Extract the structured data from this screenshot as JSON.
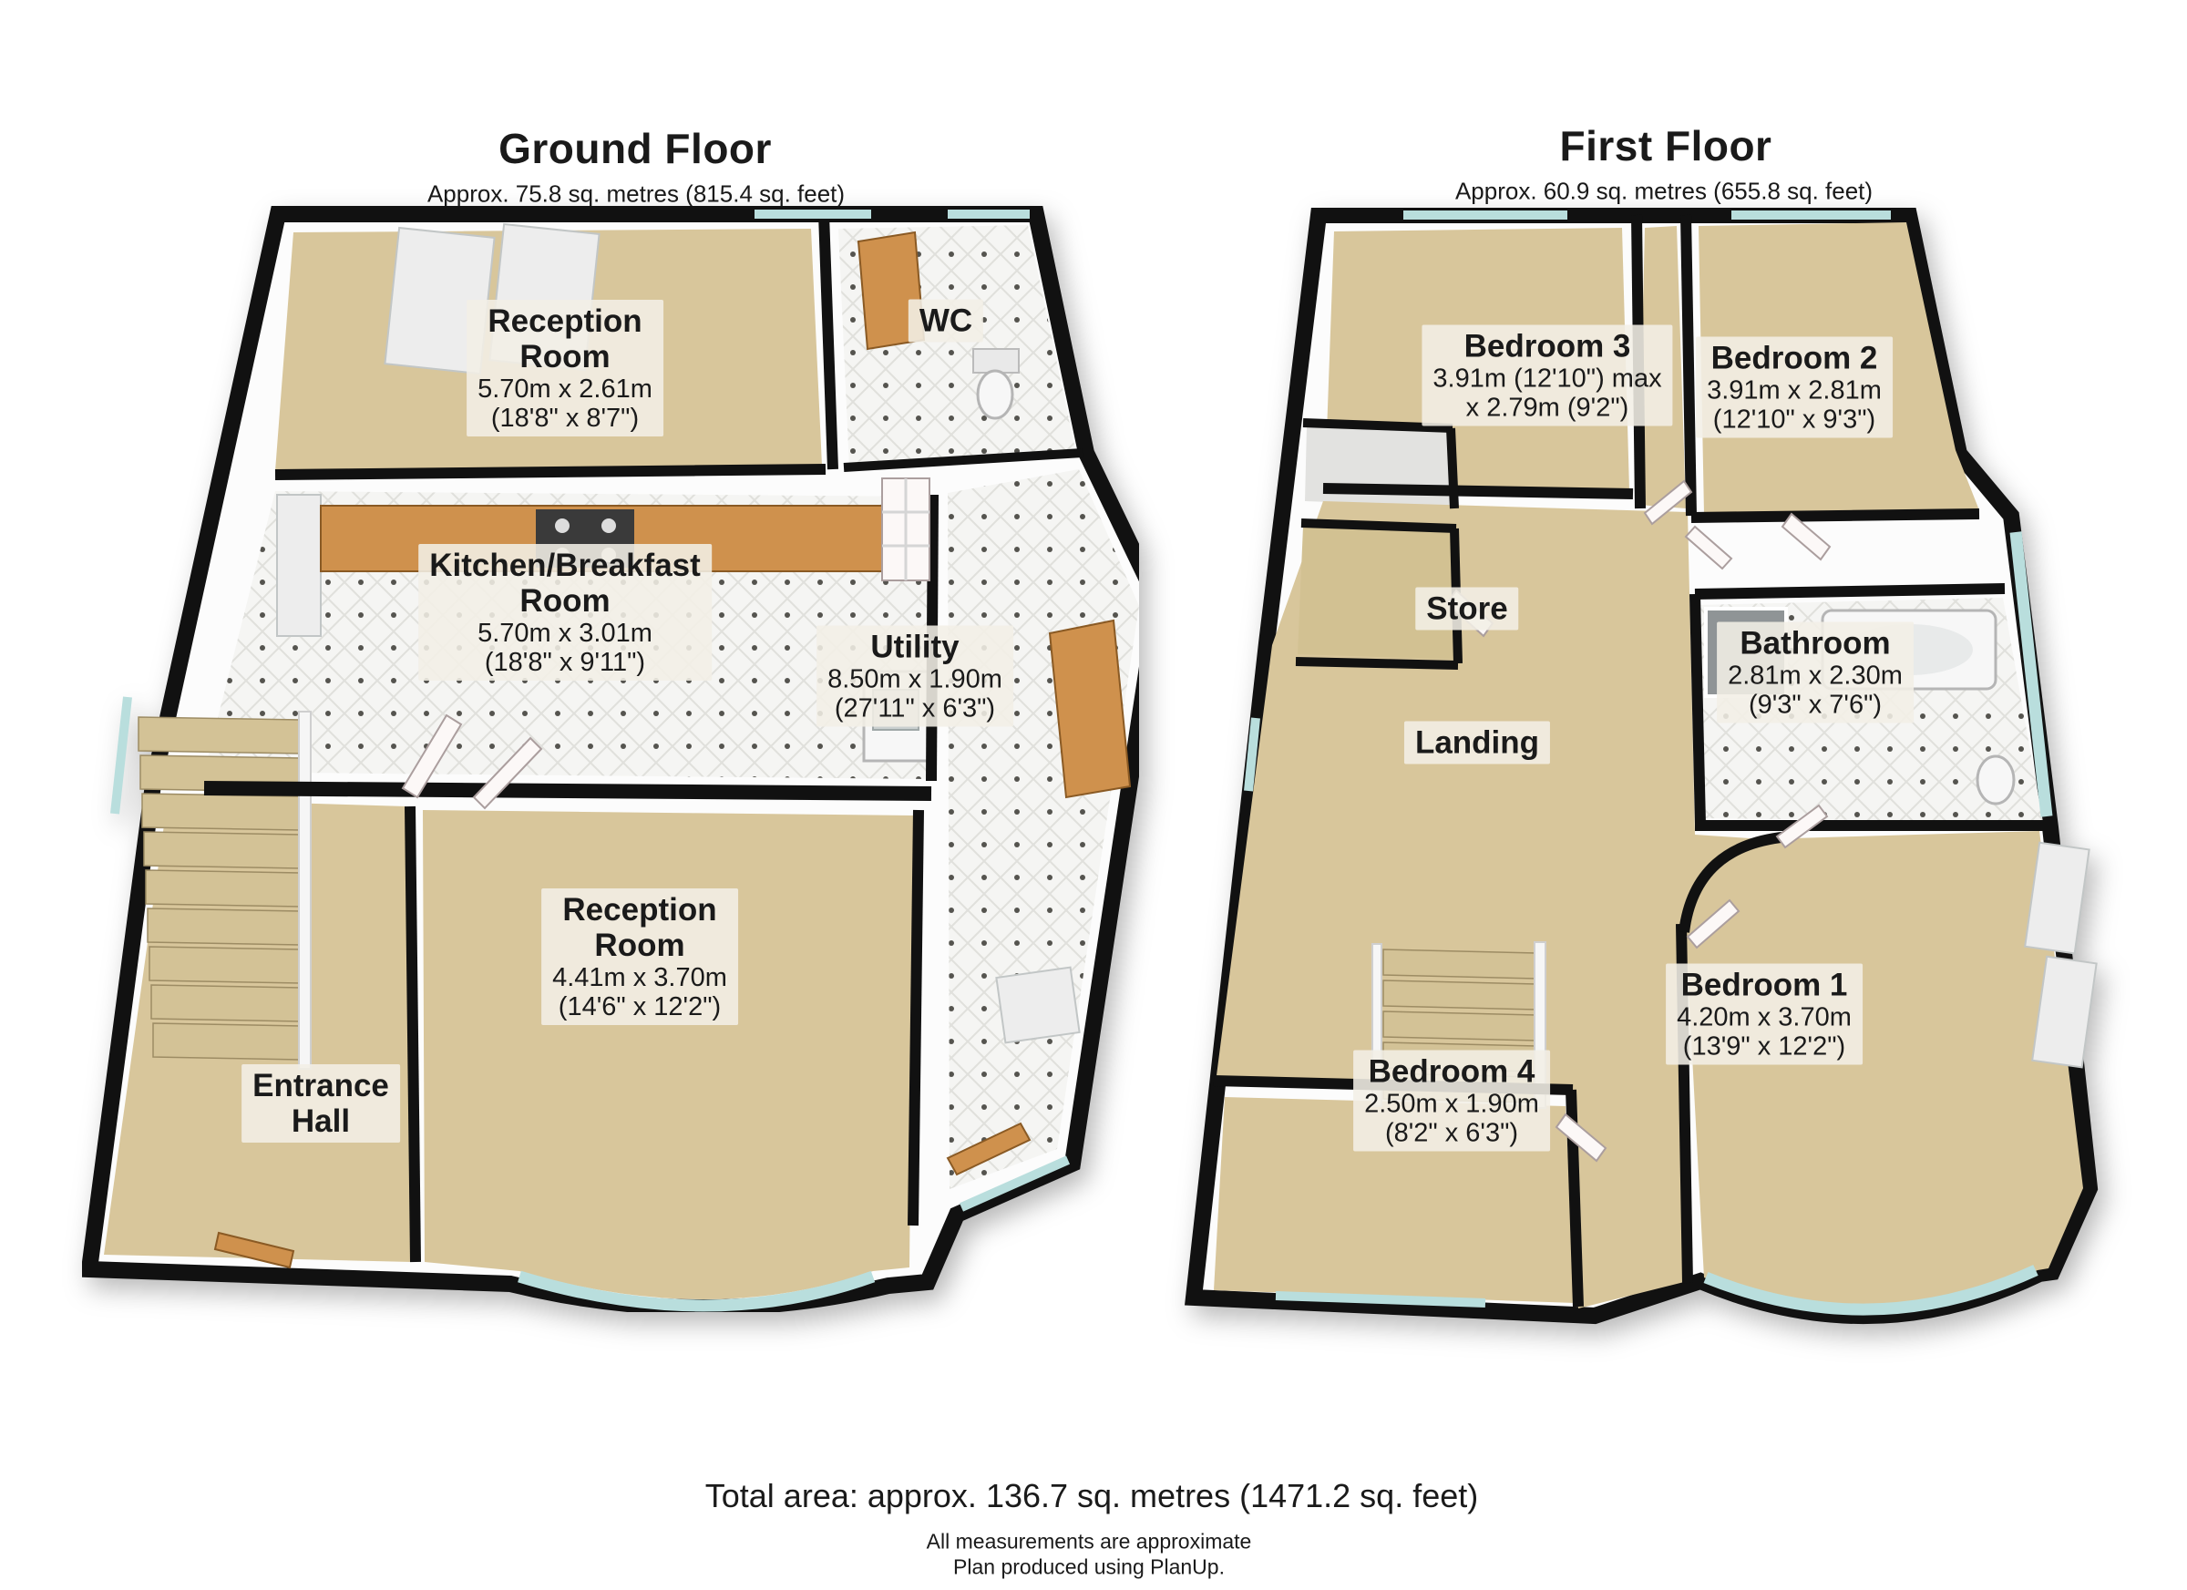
{
  "ground_floor": {
    "title": "Ground Floor",
    "subtitle": "Approx. 75.8 sq. metres (815.4 sq. feet)",
    "rooms": [
      {
        "name": "Reception\nRoom",
        "dims_metric": "5.70m x 2.61m",
        "dims_imperial": "(18'8\" x 8'7\")"
      },
      {
        "name": "WC"
      },
      {
        "name": "Kitchen/Breakfast\nRoom",
        "dims_metric": "5.70m x 3.01m",
        "dims_imperial": "(18'8\" x 9'11\")"
      },
      {
        "name": "Utility",
        "dims_metric": "8.50m x 1.90m",
        "dims_imperial": "(27'11\" x 6'3\")"
      },
      {
        "name": "Reception\nRoom",
        "dims_metric": "4.41m x 3.70m",
        "dims_imperial": "(14'6\" x 12'2\")"
      },
      {
        "name": "Entrance\nHall"
      }
    ]
  },
  "first_floor": {
    "title": "First Floor",
    "subtitle": "Approx. 60.9 sq. metres (655.8 sq. feet)",
    "rooms": [
      {
        "name": "Bedroom 3",
        "dims_metric": "3.91m (12'10\") max",
        "dims_imperial": "x 2.79m (9'2\")"
      },
      {
        "name": "Bedroom 2",
        "dims_metric": "3.91m x 2.81m",
        "dims_imperial": "(12'10\" x 9'3\")"
      },
      {
        "name": "Store"
      },
      {
        "name": "Bathroom",
        "dims_metric": "2.81m x 2.30m",
        "dims_imperial": "(9'3\" x 7'6\")"
      },
      {
        "name": "Landing"
      },
      {
        "name": "Bedroom 4",
        "dims_metric": "2.50m x 1.90m",
        "dims_imperial": "(8'2\" x 6'3\")"
      },
      {
        "name": "Bedroom 1",
        "dims_metric": "4.20m x 3.70m",
        "dims_imperial": "(13'9\" x 12'2\")"
      }
    ]
  },
  "footer": {
    "total_area": "Total area: approx. 136.7 sq. metres (1471.2 sq. feet)",
    "note_line1": "All measurements are approximate",
    "note_line2": "Plan produced using PlanUp."
  },
  "colors": {
    "wall": "#111111",
    "floor-carpet": "#d8c69b",
    "floor-tile": "#f4f4f2",
    "window-glass": "#b9dedd",
    "wood": "#cf914d",
    "label-bg": "rgba(242,239,230,0.88)",
    "text": "#1a1a1a"
  }
}
